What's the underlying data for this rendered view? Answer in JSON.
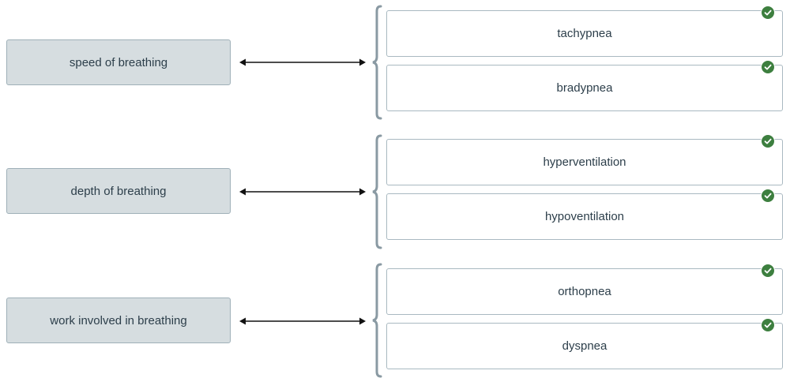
{
  "matches": [
    {
      "prompt": "speed of breathing",
      "answers": [
        {
          "label": "tachypnea",
          "status": "correct"
        },
        {
          "label": "bradypnea",
          "status": "correct"
        }
      ]
    },
    {
      "prompt": "depth of breathing",
      "answers": [
        {
          "label": "hyperventilation",
          "status": "correct"
        },
        {
          "label": "hypoventilation",
          "status": "correct"
        }
      ]
    },
    {
      "prompt": "work involved in breathing",
      "answers": [
        {
          "label": "orthopnea",
          "status": "correct"
        },
        {
          "label": "dyspnea",
          "status": "correct"
        }
      ]
    }
  ],
  "colors": {
    "prompt_bg": "#d6dde0",
    "prompt_border": "#9fb0b8",
    "text": "#2c3e4a",
    "check_green": "#3d7f3f",
    "bracket": "#8a9aa3"
  },
  "icons": {
    "connector": "double-arrow-icon",
    "status": "checkmark-circle-icon"
  }
}
